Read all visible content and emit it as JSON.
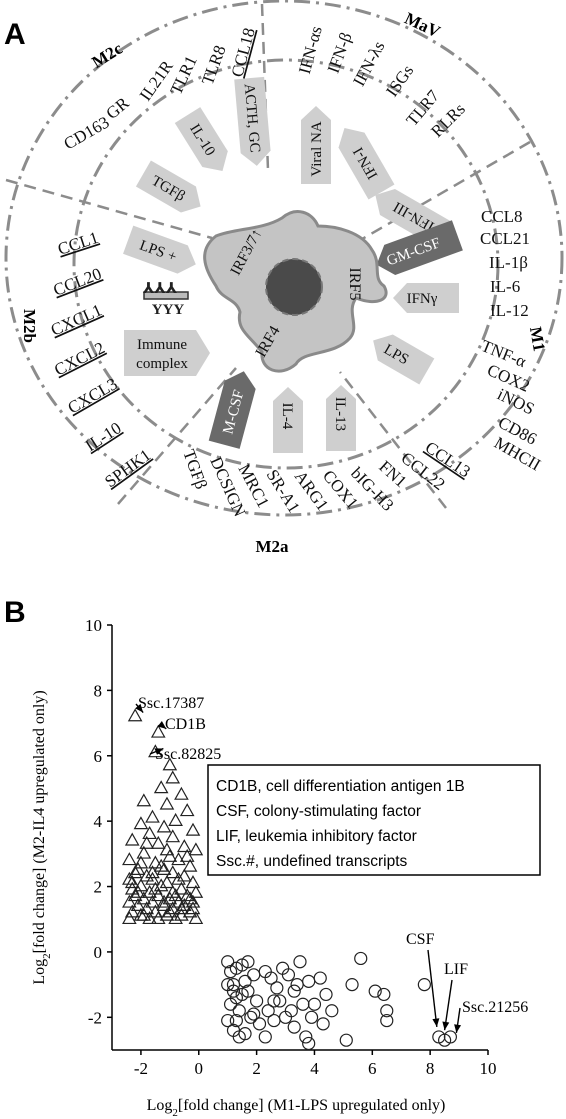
{
  "panel_a": {
    "letter": "A",
    "groups": {
      "mav": {
        "title": "MaV",
        "items": [
          "IFN-αs",
          "IFN-β",
          "IFN-λs",
          "ISGs",
          "TLR7",
          "RLRs"
        ]
      },
      "m1": {
        "title": "M1",
        "items": [
          "CCL8",
          "CCL21",
          "IL-1β",
          "IL-6",
          "IL-12",
          "TNF-α",
          "COX2",
          "iNOS",
          "CD86",
          "MHCII"
        ]
      },
      "m2a": {
        "title": "M2a",
        "items": [
          "TGFβ",
          "DCSIGN",
          "MRC1",
          "SR-A1",
          "ARG1",
          "COX1",
          "bIG-H3",
          "FN1",
          "CCL22",
          "CCL13"
        ]
      },
      "m2b": {
        "title": "M2b",
        "items": [
          "CCL1",
          "CCL20",
          "CXCL1",
          "CXCL2",
          "CXCL3",
          "IL-10",
          "SPHK1"
        ]
      },
      "m2c": {
        "title": "M2c",
        "items": [
          "CD163",
          "GR",
          "IL21R",
          "TLR1",
          "TLR8",
          "CCL18"
        ]
      }
    },
    "stimuli": {
      "viral_na": "Viral NA",
      "ifn_i": "IFN-I",
      "ifn_iii": "IFN-III",
      "gm_csf": "GM-CSF",
      "ifn_gamma": "IFNγ",
      "lps": "LPS",
      "il_13": "IL-13",
      "il_4": "IL-4",
      "m_csf": "M-CSF",
      "immune_complex_1": "Immune",
      "immune_complex_2": "complex",
      "lps_plus": "LPS +",
      "tgfb": "TGFβ",
      "il_10": "IL-10",
      "acth_gc": "ACTH, GC"
    },
    "cell_labels": {
      "irf3": "IRF3/7↑",
      "irf5": "IRF5",
      "irf4": "IRF4"
    },
    "colors": {
      "dash": "#8c8c8c",
      "arrow_light": "#cfcfcf",
      "arrow_dark": "#6a6a6a",
      "cell": "#c4c4c4",
      "nucleus": "#4a4a4a"
    }
  },
  "panel_b": {
    "letter": "B",
    "legend": [
      "CD1B,  cell differentiation antigen 1B",
      "CSF, colony-stimulating factor",
      "LIF, leukemia inhibitory factor",
      "Ssc.#, undefined transcripts"
    ],
    "annotations": [
      "Ssc.17387",
      "CD1B",
      "Ssc.82825",
      "CSF",
      "LIF",
      "Ssc.21256"
    ],
    "x_tick_labels": [
      "-2",
      "0",
      "2",
      "4",
      "6",
      "8",
      "10"
    ],
    "y_tick_labels": [
      "-2",
      "0",
      "2",
      "4",
      "6",
      "8",
      "10"
    ]
  },
  "chart_data": {
    "type": "scatter",
    "xlabel": "Log2[fold change] (M1-LPS upregulated only)",
    "ylabel": "Log2[fold change] (M2-IL4 upregulated only)",
    "xlim": [
      -3,
      10
    ],
    "ylim": [
      -3,
      10
    ],
    "series": [
      {
        "marker": "triangle",
        "points": [
          [
            -2.2,
            7.2
          ],
          [
            -1.4,
            6.7
          ],
          [
            -1.5,
            6.1
          ],
          [
            -1.0,
            5.7
          ],
          [
            -0.9,
            5.3
          ],
          [
            -1.3,
            5.0
          ],
          [
            -0.6,
            4.8
          ],
          [
            -1.9,
            4.6
          ],
          [
            -1.1,
            4.5
          ],
          [
            -0.4,
            4.3
          ],
          [
            -1.6,
            4.1
          ],
          [
            -0.8,
            4.0
          ],
          [
            -2.0,
            3.9
          ],
          [
            -1.2,
            3.8
          ],
          [
            -0.2,
            3.7
          ],
          [
            -1.7,
            3.6
          ],
          [
            -0.9,
            3.5
          ],
          [
            -2.3,
            3.4
          ],
          [
            -1.4,
            3.3
          ],
          [
            -0.5,
            3.2
          ],
          [
            -0.1,
            3.1
          ],
          [
            -1.9,
            3.0
          ],
          [
            -1.0,
            2.9
          ],
          [
            -2.4,
            2.8
          ],
          [
            -0.7,
            2.8
          ],
          [
            -1.5,
            2.7
          ],
          [
            -0.3,
            2.6
          ],
          [
            -2.1,
            2.5
          ],
          [
            -1.2,
            2.5
          ],
          [
            -0.9,
            2.4
          ],
          [
            -1.8,
            2.3
          ],
          [
            -0.5,
            2.3
          ],
          [
            -2.4,
            2.2
          ],
          [
            -1.6,
            2.2
          ],
          [
            -1.1,
            2.1
          ],
          [
            -0.2,
            2.1
          ],
          [
            -2.0,
            2.0
          ],
          [
            -1.3,
            2.0
          ],
          [
            -0.6,
            1.9
          ],
          [
            -2.3,
            1.9
          ],
          [
            -1.7,
            1.8
          ],
          [
            -0.9,
            1.8
          ],
          [
            -0.1,
            1.8
          ],
          [
            -2.2,
            1.7
          ],
          [
            -1.4,
            1.7
          ],
          [
            -0.4,
            1.7
          ],
          [
            -1.9,
            1.6
          ],
          [
            -1.0,
            1.6
          ],
          [
            -2.4,
            1.5
          ],
          [
            -1.6,
            1.5
          ],
          [
            -0.7,
            1.5
          ],
          [
            -0.2,
            1.5
          ],
          [
            -2.1,
            1.4
          ],
          [
            -1.2,
            1.4
          ],
          [
            -0.5,
            1.4
          ],
          [
            -1.8,
            1.3
          ],
          [
            -0.9,
            1.3
          ],
          [
            -2.3,
            1.2
          ],
          [
            -1.5,
            1.2
          ],
          [
            -0.3,
            1.2
          ],
          [
            -2.0,
            1.1
          ],
          [
            -1.1,
            1.1
          ],
          [
            -0.6,
            1.1
          ],
          [
            -2.4,
            1.0
          ],
          [
            -1.7,
            1.0
          ],
          [
            -0.8,
            1.0
          ],
          [
            -0.1,
            1.0
          ],
          [
            -2.2,
            2.4
          ],
          [
            -1.3,
            2.6
          ],
          [
            -0.4,
            2.9
          ],
          [
            -1.8,
            3.3
          ],
          [
            -1.1,
            3.1
          ],
          [
            -0.7,
            2.2
          ],
          [
            -2.0,
            2.7
          ],
          [
            -1.5,
            1.9
          ],
          [
            -0.3,
            1.6
          ],
          [
            -2.3,
            2.1
          ],
          [
            -1.0,
            1.2
          ],
          [
            -0.6,
            1.3
          ],
          [
            -1.9,
            1.1
          ],
          [
            -1.4,
            1.0
          ],
          [
            -0.2,
            1.3
          ],
          [
            -2.1,
            1.8
          ],
          [
            -0.8,
            1.7
          ],
          [
            -1.6,
            2.4
          ],
          [
            -1.2,
            1.5
          ]
        ]
      },
      {
        "marker": "circle",
        "points": [
          [
            1.0,
            -0.3
          ],
          [
            1.1,
            -0.6
          ],
          [
            1.2,
            -1.0
          ],
          [
            1.3,
            -1.4
          ],
          [
            1.4,
            -1.8
          ],
          [
            1.0,
            -2.1
          ],
          [
            1.2,
            -2.4
          ],
          [
            1.5,
            -0.4
          ],
          [
            1.6,
            -0.9
          ],
          [
            1.7,
            -1.2
          ],
          [
            1.3,
            -0.5
          ],
          [
            1.1,
            -1.6
          ],
          [
            1.8,
            -2.0
          ],
          [
            1.4,
            -2.6
          ],
          [
            1.9,
            -0.7
          ],
          [
            2.0,
            -1.5
          ],
          [
            2.1,
            -2.2
          ],
          [
            1.6,
            -2.5
          ],
          [
            1.0,
            -1.0
          ],
          [
            1.5,
            -1.3
          ],
          [
            2.3,
            -0.6
          ],
          [
            2.5,
            -0.8
          ],
          [
            2.7,
            -1.1
          ],
          [
            2.4,
            -1.8
          ],
          [
            2.6,
            -2.1
          ],
          [
            2.3,
            -2.6
          ],
          [
            2.8,
            -1.5
          ],
          [
            3.1,
            -0.7
          ],
          [
            3.3,
            -1.2
          ],
          [
            3.0,
            -2.0
          ],
          [
            3.5,
            -0.3
          ],
          [
            3.6,
            -1.6
          ],
          [
            3.3,
            -2.3
          ],
          [
            3.8,
            -0.9
          ],
          [
            3.9,
            -2.0
          ],
          [
            3.7,
            -2.6
          ],
          [
            4.2,
            -0.8
          ],
          [
            4.4,
            -1.3
          ],
          [
            4.6,
            -1.8
          ],
          [
            4.3,
            -2.2
          ],
          [
            3.8,
            -2.8
          ],
          [
            5.1,
            -2.7
          ],
          [
            5.3,
            -1.0
          ],
          [
            5.6,
            -0.2
          ],
          [
            6.1,
            -1.2
          ],
          [
            6.4,
            -1.3
          ],
          [
            6.5,
            -1.8
          ],
          [
            6.5,
            -2.1
          ],
          [
            7.8,
            -1.0
          ],
          [
            1.2,
            -1.2
          ],
          [
            1.9,
            -1.9
          ],
          [
            2.6,
            -1.5
          ],
          [
            3.4,
            -1.0
          ],
          [
            4.0,
            -1.6
          ],
          [
            1.3,
            -2.1
          ],
          [
            2.9,
            -0.5
          ],
          [
            1.7,
            -0.3
          ],
          [
            3.2,
            -1.8
          ],
          [
            8.3,
            -2.6
          ],
          [
            8.5,
            -2.7
          ],
          [
            8.7,
            -2.6
          ]
        ]
      }
    ]
  }
}
